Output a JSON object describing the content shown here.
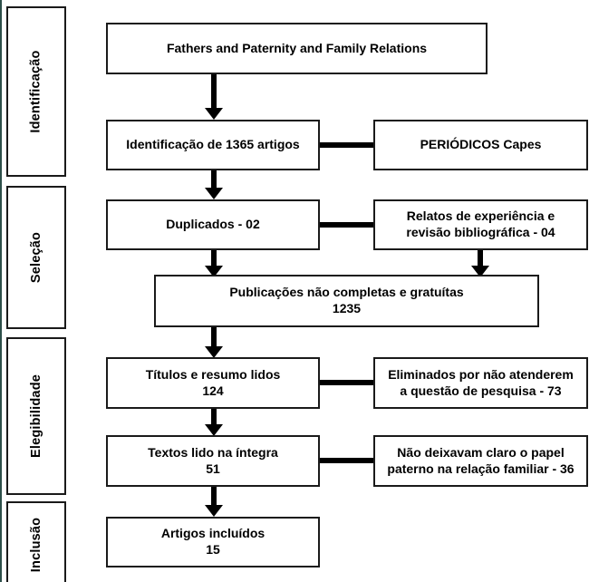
{
  "diagram": {
    "title_text": "Fathers and Paternity and Family Relations",
    "type": "prisma-flow-diagram",
    "colors": {
      "box_border": "#1a1a1a",
      "box_fill": "#ffffff",
      "arrow": "#000000",
      "edge_rule": "#2d4f4a"
    },
    "stages": [
      {
        "id": "identificacao",
        "label": "Identificação"
      },
      {
        "id": "selecao",
        "label": "Seleção"
      },
      {
        "id": "elegibilidade",
        "label": "Elegibilidade"
      },
      {
        "id": "inclusao",
        "label": "Inclusão"
      }
    ],
    "nodes": {
      "search_terms": {
        "line1": "Fathers and Paternity and Family Relations"
      },
      "identified": {
        "line1": "Identificação de 1365 artigos"
      },
      "database": {
        "line1": "PERIÓDICOS Capes"
      },
      "duplicates": {
        "line1": "Duplicados - 02"
      },
      "experience_reports": {
        "line1": "Relatos de experiência e",
        "line2": "revisão bibliográfica - 04"
      },
      "not_complete_free": {
        "line1": "Publicações não completas e gratuítas",
        "line2": "1235"
      },
      "titles_abstracts": {
        "line1": "Títulos e resumo lidos",
        "line2": "124"
      },
      "excluded_question": {
        "line1": "Eliminados por não atenderem",
        "line2": "a questão de pesquisa - 73"
      },
      "full_texts": {
        "line1": "Textos lido na íntegra",
        "line2": "51"
      },
      "excluded_unclear": {
        "line1": "Não deixavam claro o papel",
        "line2": "paterno na relação familiar - 36"
      },
      "included": {
        "line1": "Artigos incluídos",
        "line2": "15"
      }
    }
  }
}
